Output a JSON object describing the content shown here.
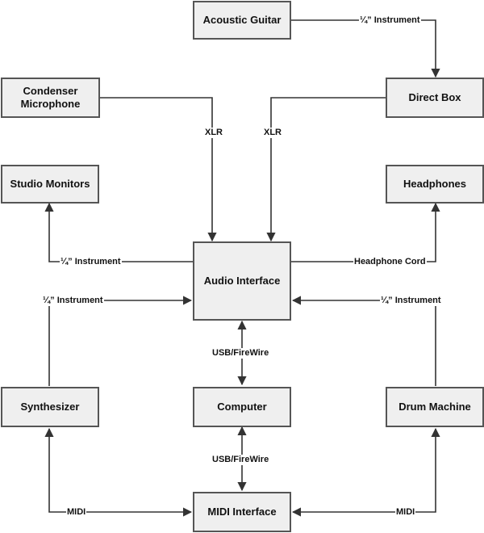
{
  "devices": {
    "acoustic_guitar": "Acoustic Guitar",
    "condenser_microphone_line1": "Condenser",
    "condenser_microphone_line2": "Microphone",
    "direct_box": "Direct Box",
    "studio_monitors": "Studio Monitors",
    "headphones": "Headphones",
    "audio_interface": "Audio Interface",
    "synthesizer": "Synthesizer",
    "computer": "Computer",
    "drum_machine": "Drum Machine",
    "midi_interface": "MIDI Interface"
  },
  "connections": {
    "guitar_to_direct_box": "¼” Instrument",
    "mic_to_interface": "XLR",
    "direct_box_to_interface": "XLR",
    "interface_to_monitors": "¼” Instrument",
    "interface_to_headphones": "Headphone Cord",
    "synth_to_interface": "¼” Instrument",
    "drum_to_interface": "¼” Instrument",
    "interface_computer": "USB/FireWire",
    "computer_midi_interface": "USB/FireWire",
    "synth_midi": "MIDI",
    "drum_midi": "MIDI"
  }
}
